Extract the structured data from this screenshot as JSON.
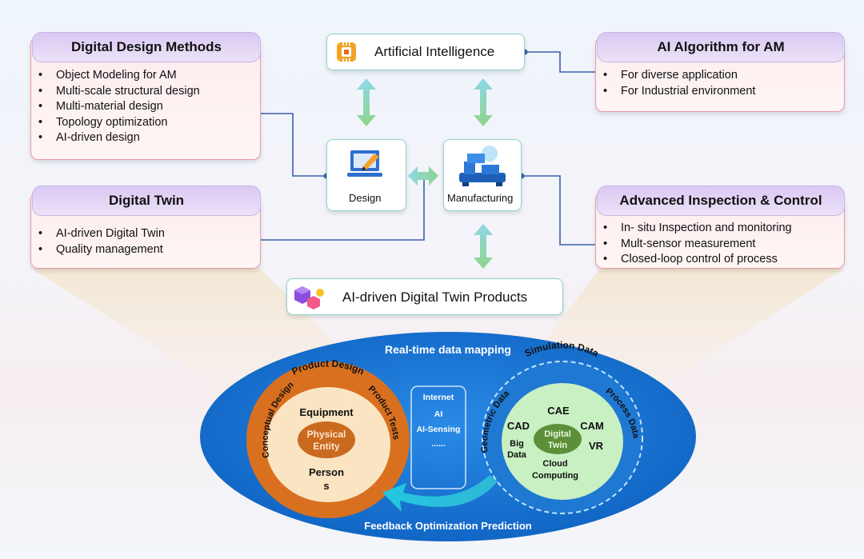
{
  "top": {
    "ai": {
      "label": "Artificial Intelligence",
      "icon": "ai-chip-icon"
    },
    "design": {
      "label": "Design",
      "icon": "laptop-pen-icon"
    },
    "manufacturing": {
      "label": "Manufacturing",
      "icon": "printer-3d-icon"
    },
    "products": {
      "label": "AI-driven Digital Twin Products",
      "icon": "cubes-icon"
    }
  },
  "cards": {
    "design_methods": {
      "title": "Digital Design Methods",
      "items": [
        "Object Modeling for AM",
        "Multi-scale structural design",
        "Multi-material design",
        "Topology optimization",
        "AI-driven design"
      ]
    },
    "digital_twin": {
      "title": "Digital Twin",
      "items": [
        "AI-driven Digital Twin",
        "Quality management"
      ]
    },
    "ai_algorithm": {
      "title": "AI Algorithm for AM",
      "items": [
        "For diverse application",
        "For Industrial environment"
      ]
    },
    "inspection": {
      "title": "Advanced Inspection & Control",
      "items": [
        "In- situ Inspection and monitoring",
        "Mult-sensor measurement",
        "Closed-loop control of process"
      ]
    }
  },
  "ellipse": {
    "top_label": "Real-time data mapping",
    "bottom_label": "Feedback Optimization Prediction",
    "physical": {
      "arc_top": "Product Design",
      "arc_left": "Conceptual Design",
      "arc_right": "Product Tests",
      "equipment": "Equipment",
      "center_line1": "Physical",
      "center_line2": "Entity",
      "persons_line1": "Person",
      "persons_line2": "s"
    },
    "middle": {
      "items": [
        "Internet",
        "AI",
        "AI-Sensing",
        "......"
      ]
    },
    "virtual": {
      "arc_top": "Simulation Data",
      "arc_left": "Geometric Data",
      "arc_right": "Process Data",
      "cae": "CAE",
      "cad": "CAD",
      "cam": "CAM",
      "vr": "VR",
      "bigdata_line1": "Big",
      "bigdata_line2": "Data",
      "cloud_line1": "Cloud",
      "cloud_line2": "Computing",
      "center_line1": "Digital",
      "center_line2": "Twin"
    }
  },
  "colors": {
    "ellipse_blue": "#1473cf",
    "orange": "#d9701f",
    "light_orange": "#fbe4c2",
    "green": "#c9f0c2",
    "dark_green": "#5d8f3a",
    "arrow_green": "#8fd48a",
    "connector": "#3b5eaa",
    "card_border": "#e89aa8",
    "header_purple": "#d9c8f2"
  }
}
